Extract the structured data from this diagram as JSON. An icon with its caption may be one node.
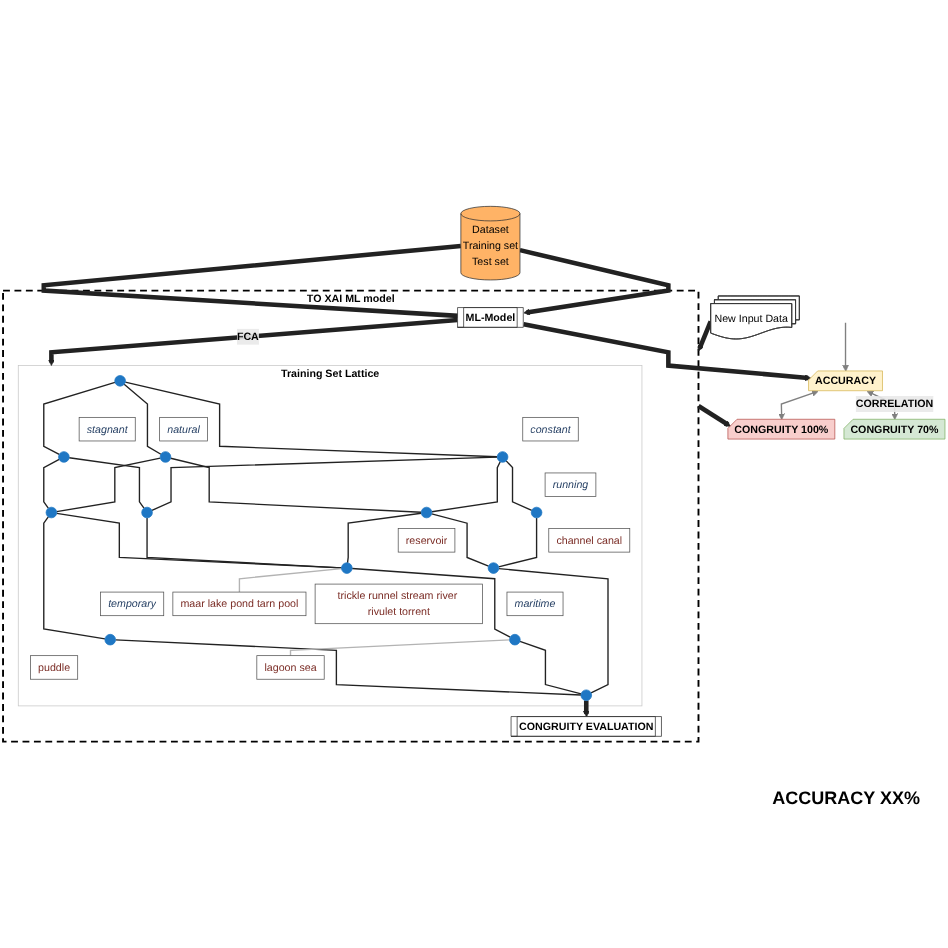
{
  "diagram": {
    "nodes": [
      {
        "text": [
          "Dataset",
          "Training set",
          "Test set"
        ]
      },
      {
        "text": [
          "TO XAI ML model"
        ]
      },
      {
        "text": [
          "ML-Model"
        ],
        "in": 1
      },
      {
        "text": [
          "Training Set Lattice"
        ],
        "in": 1
      },
      {
        "text": [],
        "shape": "circle",
        "in": 3
      },
      {
        "text": [
          "stagnant"
        ],
        "in": 3
      },
      {
        "text": [
          "natural"
        ],
        "in": 3
      },
      {
        "text": [
          "constant"
        ],
        "in": 3
      },
      {
        "text": [],
        "shape": "circle",
        "in": 3
      },
      {
        "text": [],
        "shape": "circle",
        "in": 3
      },
      {
        "text": [],
        "shape": "circle",
        "in": 3
      },
      {
        "text": [
          "running"
        ],
        "in": 3
      },
      {
        "text": [],
        "shape": "circle",
        "in": 3
      },
      {
        "text": [],
        "shape": "circle",
        "in": 3
      },
      {
        "text": [],
        "shape": "circle",
        "in": 3
      },
      {
        "text": [],
        "shape": "circle",
        "in": 3
      },
      {
        "text": [
          "temporary"
        ],
        "in": 3
      },
      {
        "text": [
          "reservoir"
        ],
        "in": 3
      },
      {
        "text": [
          "channel canal"
        ],
        "in": 3
      },
      {
        "text": [],
        "shape": "circle",
        "in": 3
      },
      {
        "text": [],
        "shape": "circle",
        "in": 3
      },
      {
        "text": [],
        "shape": "circle",
        "in": 3
      },
      {
        "text": [
          "puddle"
        ],
        "in": 3
      },
      {
        "text": [
          "maritime"
        ],
        "in": 3
      },
      {
        "text": [
          "maar lake pond tarn pool"
        ],
        "in": 3
      },
      {
        "text": [
          "trickle runnel stream river rivulet torrent"
        ],
        "in": 3
      },
      {
        "text": [],
        "shape": "circle",
        "in": 3
      },
      {
        "text": [
          "lagoon sea"
        ],
        "in": 3
      },
      {
        "text": [],
        "shape": "circle",
        "in": 3
      },
      {
        "text": [
          "CONGRUITY EVALUATION"
        ],
        "in": 1
      },
      {
        "text": [
          "New Input Data"
        ]
      },
      {
        "text": [
          "ACCURACY"
        ]
      },
      {
        "text": [
          "CONGRUITY 100%"
        ]
      },
      {
        "text": [
          "CONGRUITY 70%"
        ]
      }
    ],
    "edges": [
      {
        "from": 0,
        "to": 2,
        "arrow": "none",
        "style": "thick"
      },
      {
        "from": 0,
        "to": 2,
        "arrow": "to",
        "style": "thick"
      },
      {
        "from": 2,
        "to": 3,
        "arrow": "to",
        "style": "thick",
        "label": "FCA"
      },
      {
        "from": 2,
        "to": 31,
        "arrow": "to",
        "style": "thick"
      },
      {
        "from": 30,
        "to": 1,
        "arrow": "to",
        "style": "thick"
      },
      {
        "from": 1,
        "to": 32,
        "arrow": "to",
        "style": "thick"
      },
      {
        "from": 28,
        "to": 29,
        "arrow": "to",
        "style": "thick"
      },
      {
        "from": 31,
        "to": 32,
        "arrow": "both",
        "color": "#808080"
      },
      {
        "from": 31,
        "to": 33,
        "arrow": "both",
        "label": "CORRELATION",
        "color": "#808080"
      },
      {
        "from": null,
        "to": 31,
        "arrow": "to",
        "color": "#808080"
      },
      {
        "from": 4,
        "to": 8,
        "arrow": "none"
      },
      {
        "from": 4,
        "to": 9,
        "arrow": "none"
      },
      {
        "from": 4,
        "to": 10,
        "arrow": "none"
      },
      {
        "from": 8,
        "to": 12,
        "arrow": "none"
      },
      {
        "from": 8,
        "to": 13,
        "arrow": "none"
      },
      {
        "from": 9,
        "to": 12,
        "arrow": "none"
      },
      {
        "from": 9,
        "to": 14,
        "arrow": "none"
      },
      {
        "from": 10,
        "to": 13,
        "arrow": "none"
      },
      {
        "from": 10,
        "to": 14,
        "arrow": "none"
      },
      {
        "from": 10,
        "to": 15,
        "arrow": "none"
      },
      {
        "from": 12,
        "to": 19,
        "arrow": "none"
      },
      {
        "from": 12,
        "to": 20,
        "arrow": "none"
      },
      {
        "from": 13,
        "to": 20,
        "arrow": "none"
      },
      {
        "from": 14,
        "to": 20,
        "arrow": "none"
      },
      {
        "from": 14,
        "to": 21,
        "arrow": "none"
      },
      {
        "from": 15,
        "to": 21,
        "arrow": "none"
      },
      {
        "from": 19,
        "to": 28,
        "arrow": "none"
      },
      {
        "from": 20,
        "to": 26,
        "arrow": "none"
      },
      {
        "from": 26,
        "to": 28,
        "arrow": "none"
      },
      {
        "from": 21,
        "to": 28,
        "arrow": "none"
      },
      {
        "from": 20,
        "to": 24,
        "arrow": "none",
        "color": "#b3b3b3"
      },
      {
        "from": 26,
        "to": 27,
        "arrow": "none",
        "color": "#b3b3b3"
      }
    ],
    "labels": [
      "ACCURACY XX%"
    ]
  }
}
